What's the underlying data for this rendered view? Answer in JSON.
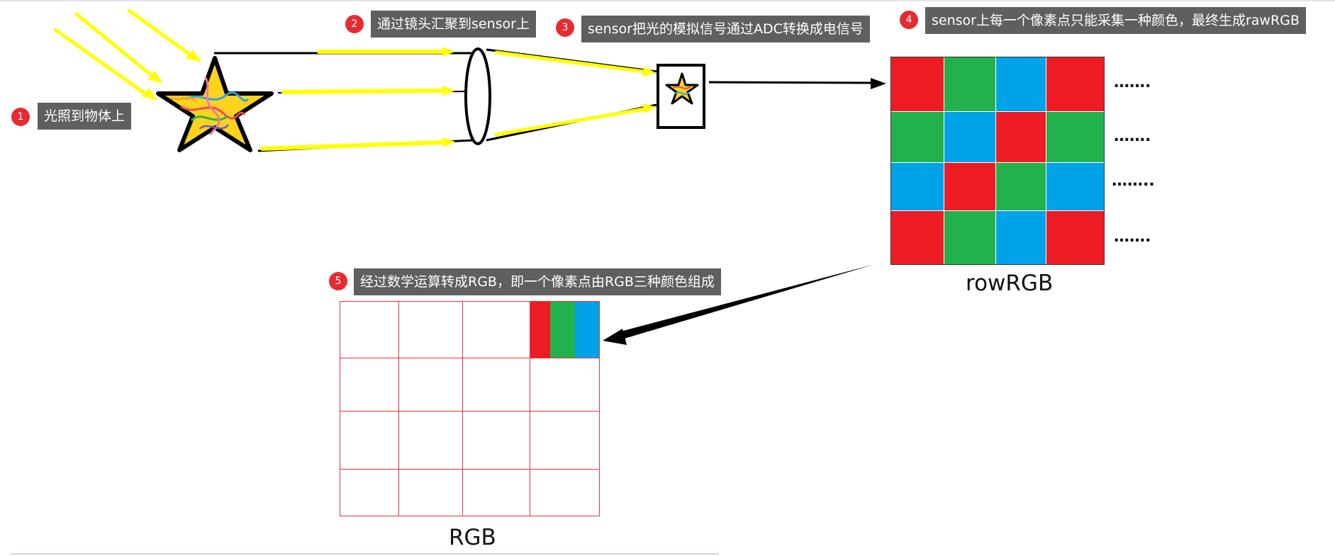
{
  "steps": [
    {
      "number": "1",
      "text": "光照到物体上"
    },
    {
      "number": "2",
      "text": "通过镜头汇聚到sensor上"
    },
    {
      "number": "3",
      "text": "sensor把光的模拟信号通过ADC转换成电信号"
    },
    {
      "number": "4",
      "text": "sensor上每一个像素点只能采集一种颜色，最终生成rawRGB"
    },
    {
      "number": "5",
      "text": "经过数学运算转成RGB，即一个像素点由RGB三种颜色组成"
    }
  ],
  "raw_grid": {
    "label": "rowRGB",
    "rows": [
      [
        "red",
        "green",
        "blue",
        "red"
      ],
      [
        "green",
        "blue",
        "red",
        "green"
      ],
      [
        "blue",
        "red",
        "green",
        "blue"
      ],
      [
        "red",
        "green",
        "blue",
        "red"
      ]
    ],
    "continuation": [
      "…….",
      "…….",
      "……..",
      "……."
    ]
  },
  "rgb_grid": {
    "label": "RGB",
    "rows": 4,
    "cols": 4,
    "highlight_pixel": [
      "red",
      "green",
      "blue"
    ]
  },
  "colors": {
    "red": "#ed1c24",
    "green": "#22b14c",
    "blue": "#00a2e8",
    "light_ray": "#ffff00",
    "callout_bg": "#5f5f5f",
    "badge_bg": "#e52c33",
    "grid_line": "#e8343c"
  }
}
